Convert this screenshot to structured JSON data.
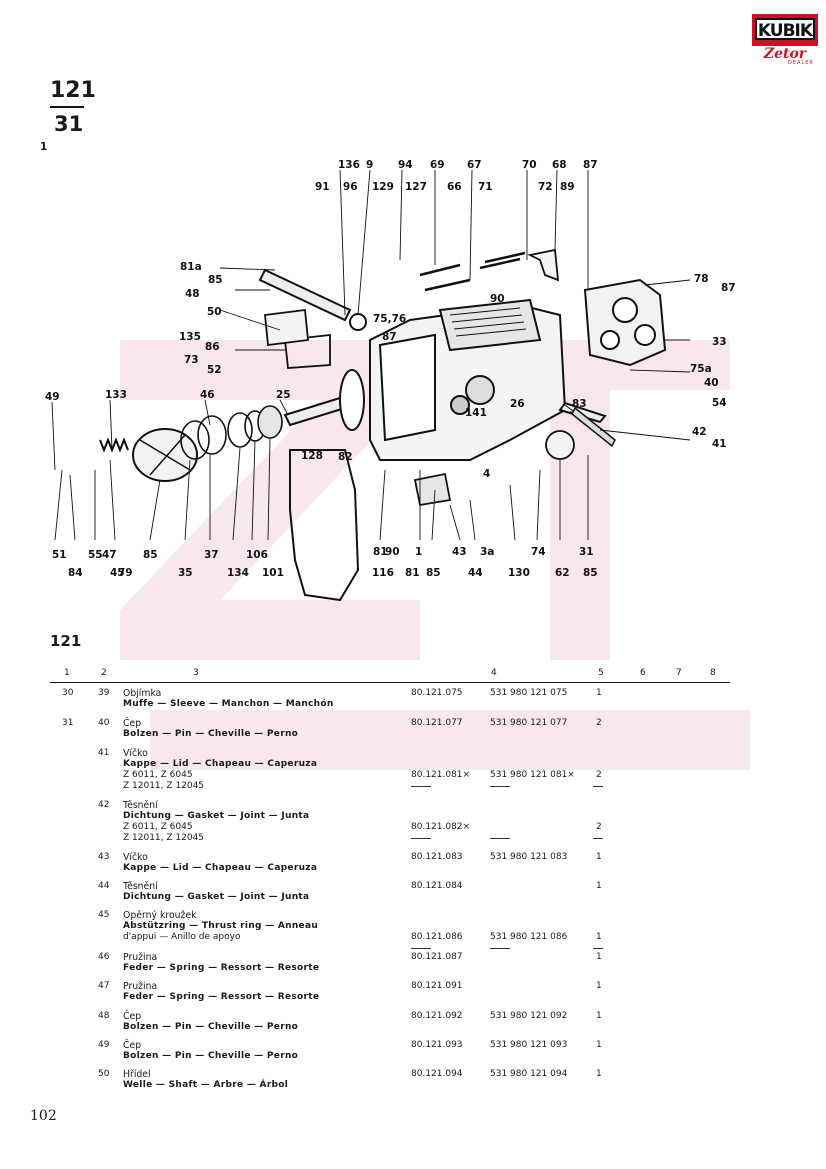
{
  "logo": {
    "brand": "KUBIK",
    "sub": "Zetor",
    "tag": "DEALER"
  },
  "header": {
    "page_main": "121",
    "page_sub": "31"
  },
  "callouts": [
    "136",
    "9",
    "94",
    "69",
    "67",
    "70",
    "68",
    "87",
    "91",
    "96",
    "129",
    "127",
    "66",
    "71",
    "72",
    "89",
    "81a",
    "85",
    "48",
    "50",
    "135",
    "86",
    "73",
    "52",
    "75,76",
    "87",
    "90",
    "78",
    "87",
    "33",
    "75a",
    "40",
    "54",
    "42",
    "41",
    "49",
    "133",
    "46",
    "25",
    "26",
    "141",
    "83",
    "82",
    "4",
    "128",
    "51",
    "84",
    "55",
    "45",
    "47",
    "79",
    "85",
    "35",
    "37",
    "134",
    "106",
    "101",
    "116",
    "90",
    "1",
    "81",
    "85",
    "43",
    "44",
    "3a",
    "130",
    "74",
    "62",
    "85",
    "31",
    "81",
    "1"
  ],
  "section": {
    "title": "121"
  },
  "columns": [
    "1",
    "2",
    "3",
    "4",
    "5",
    "6",
    "7",
    "8"
  ],
  "rows": [
    {
      "fig": "30",
      "pos": "39",
      "name": "Objímka",
      "desc": "Muffe — Sleeve — Manchon — Manchón",
      "extra": [],
      "part1": "80.121.075",
      "part2": "531 980 121 075",
      "qty": "1"
    },
    {
      "fig": "31",
      "pos": "40",
      "name": "Čep",
      "desc": "Bolzen — Pin — Cheville — Perno",
      "extra": [],
      "part1": "80.121.077",
      "part2": "531 980 121 077",
      "qty": "2"
    },
    {
      "fig": "",
      "pos": "41",
      "name": "Víčko",
      "desc": "Kappe — Lid — Chapeau — Caperuza",
      "extra": [
        "Z 6011, Z 6045",
        "Z 12011, Z 12045"
      ],
      "part1": "80.121.081×",
      "part2": "531 980 121 081×",
      "qty": "2"
    },
    {
      "fig": "",
      "pos": "42",
      "name": "Těsnění",
      "desc": "Dichtung — Gasket — Joint — Junta",
      "extra": [
        "Z 6011, Z 6045",
        "Z 12011, Z 12045"
      ],
      "part1": "80.121.082×",
      "part2": "",
      "qty": "2"
    },
    {
      "fig": "",
      "pos": "43",
      "name": "Víčko",
      "desc": "Kappe — Lid — Chapeau — Caperuza",
      "extra": [],
      "part1": "80.121.083",
      "part2": "531 980 121 083",
      "qty": "1"
    },
    {
      "fig": "",
      "pos": "44",
      "name": "Těsnění",
      "desc": "Dichtung — Gasket — Joint — Junta",
      "extra": [],
      "part1": "80.121.084",
      "part2": "",
      "qty": "1"
    },
    {
      "fig": "",
      "pos": "45",
      "name": "Opěrný kroužek",
      "desc": "Abstützring — Thrust ring — Anneau",
      "extra": [
        "d'appui — Anillo de apoyo"
      ],
      "part1": "80.121.086",
      "part2": "531 980 121 086",
      "qty": "1"
    },
    {
      "fig": "",
      "pos": "46",
      "name": "Pružina",
      "desc": "Feder — Spring — Ressort — Resorte",
      "extra": [],
      "part1": "80.121.087",
      "part2": "",
      "qty": "1"
    },
    {
      "fig": "",
      "pos": "47",
      "name": "Pružina",
      "desc": "Feder — Spring — Ressort — Resorte",
      "extra": [],
      "part1": "80.121.091",
      "part2": "",
      "qty": "1"
    },
    {
      "fig": "",
      "pos": "48",
      "name": "Čep",
      "desc": "Bolzen — Pin — Cheville — Perno",
      "extra": [],
      "part1": "80.121.092",
      "part2": "531 980 121 092",
      "qty": "1"
    },
    {
      "fig": "",
      "pos": "49",
      "name": "Čep",
      "desc": "Bolzen — Pin — Cheville — Perno",
      "extra": [],
      "part1": "80.121.093",
      "part2": "531 980 121 093",
      "qty": "1"
    },
    {
      "fig": "",
      "pos": "50",
      "name": "Hřídel",
      "desc": "Welle — Shaft — Arbre — Árbol",
      "extra": [],
      "part1": "80.121.094",
      "part2": "531 980 121 094",
      "qty": "1"
    }
  ],
  "footer": {
    "page_number": "102"
  }
}
